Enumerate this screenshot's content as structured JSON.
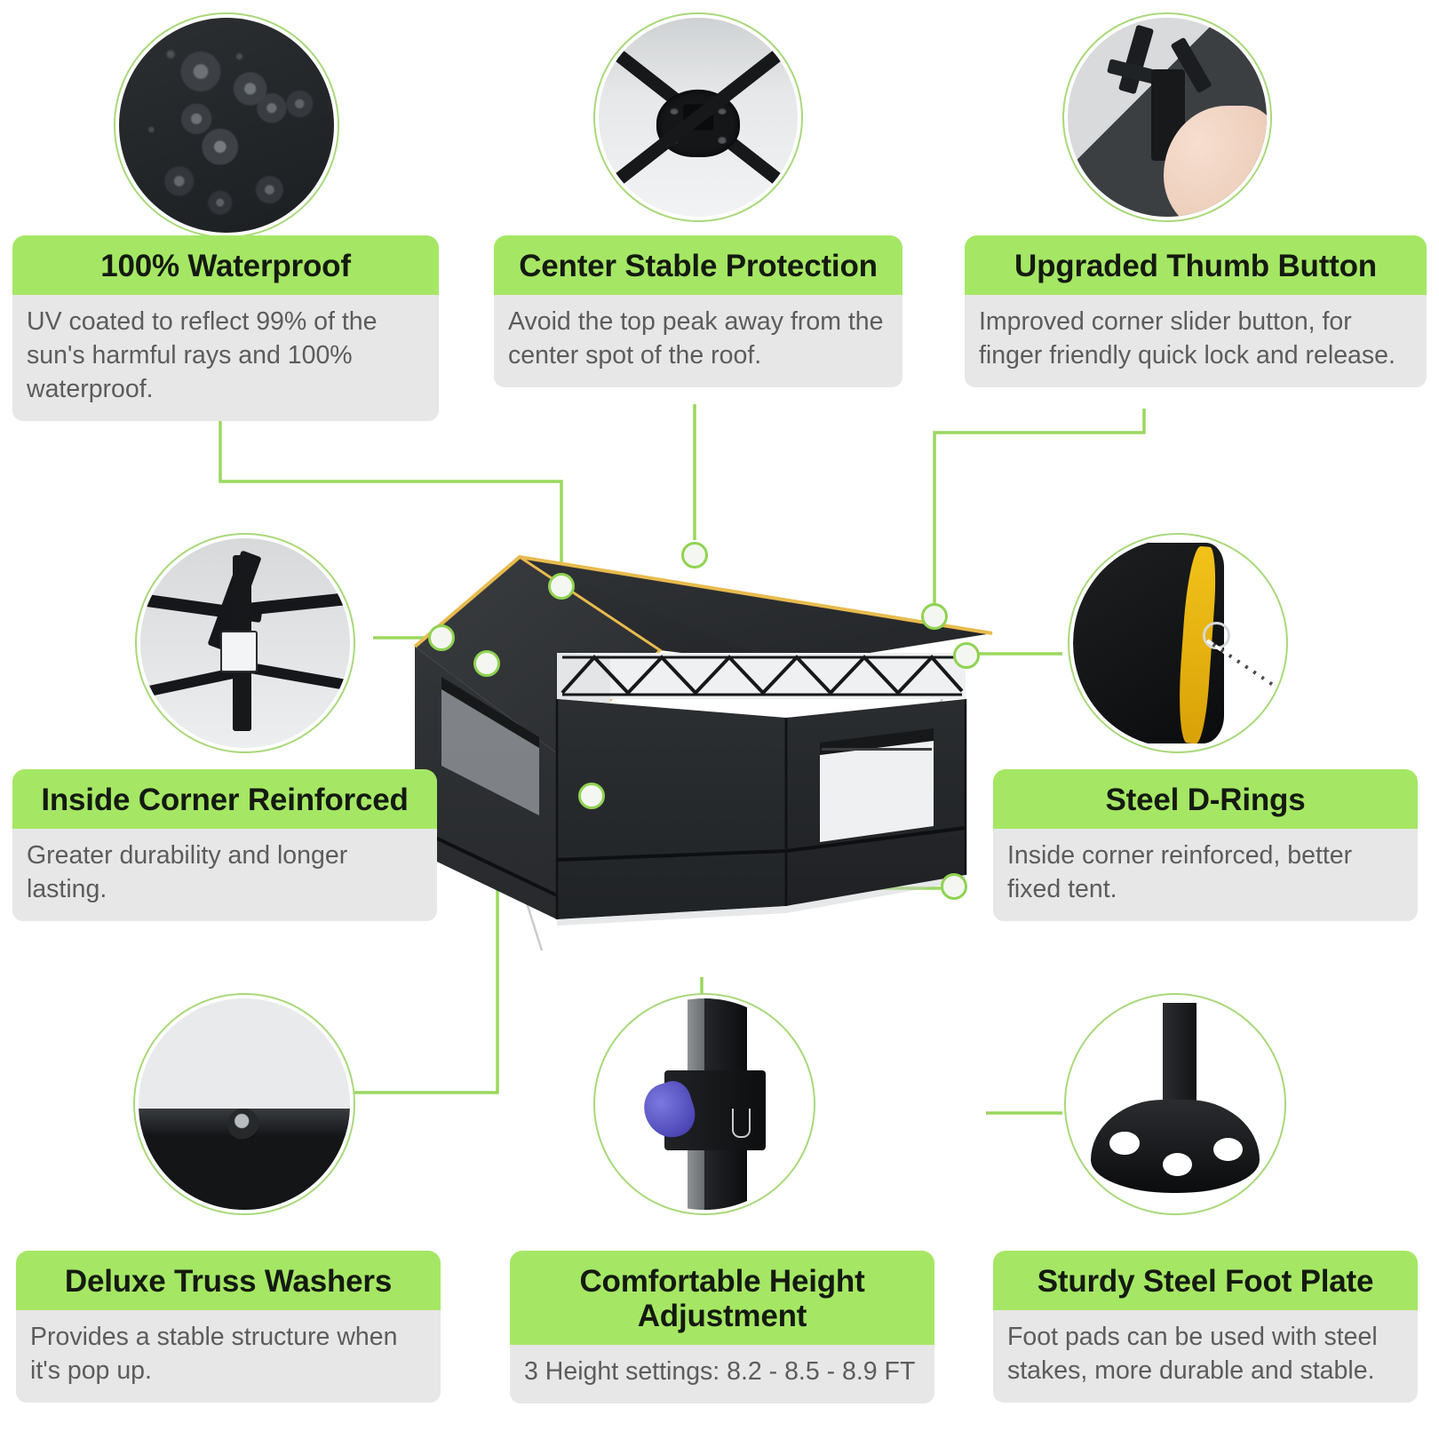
{
  "theme": {
    "accent_green": "#a5e764",
    "ring_green": "#a8d97a",
    "connector_green": "#8fd351",
    "body_gray": "#e7e7e7",
    "body_text": "#5c5c5c",
    "heading_text": "#141a10",
    "canopy_black": "#2f3134",
    "trim_yellow": "#e8bb4e",
    "button_blue": "#4a42b0",
    "page_background": "#ffffff"
  },
  "features": [
    {
      "id": "waterproof",
      "title": "100% Waterproof",
      "body": "UV coated to reflect 99% of the sun's harmful rays and 100% waterproof.",
      "title_align": "center",
      "icon": "water-droplets-on-fabric-photo"
    },
    {
      "id": "center-stable",
      "title": "Center Stable Protection",
      "body": "Avoid the top peak away from the center spot of the roof.",
      "title_align": "center",
      "icon": "center-truss-hub-photo"
    },
    {
      "id": "thumb-button",
      "title": "Upgraded Thumb Button",
      "body": "Improved corner slider button, for finger friendly quick lock and release.",
      "title_align": "center",
      "icon": "hand-pressing-thumb-button-photo"
    },
    {
      "id": "inside-corner",
      "title": "Inside Corner Reinforced",
      "body": "Greater durability and longer lasting.",
      "title_align": "center",
      "icon": "inside-corner-bracket-photo"
    },
    {
      "id": "d-rings",
      "title": "Steel D-Rings",
      "body": "Inside corner reinforced, better fixed tent.",
      "title_align": "center",
      "icon": "corner-d-ring-with-rope-photo"
    },
    {
      "id": "truss-washers",
      "title": "Deluxe Truss Washers",
      "body": "Provides a stable structure when it's pop up.",
      "title_align": "center",
      "icon": "truss-washer-bolt-photo"
    },
    {
      "id": "height-adjust",
      "title": "Comfortable Height\nAdjustment",
      "body": "3 Height settings: 8.2 - 8.5 - 8.9 FT",
      "title_align": "center",
      "icon": "leg-height-button-photo"
    },
    {
      "id": "foot-plate",
      "title": "Sturdy Steel Foot Plate",
      "body": "Foot pads can be used with steel stakes, more durable and stable.",
      "title_align": "center",
      "icon": "steel-foot-plate-photo"
    }
  ],
  "product": {
    "name": "pop-up-canopy-tent",
    "description": "Black pop-up canopy tent with three sidewalls, two mesh windows and yellow roof trim"
  }
}
